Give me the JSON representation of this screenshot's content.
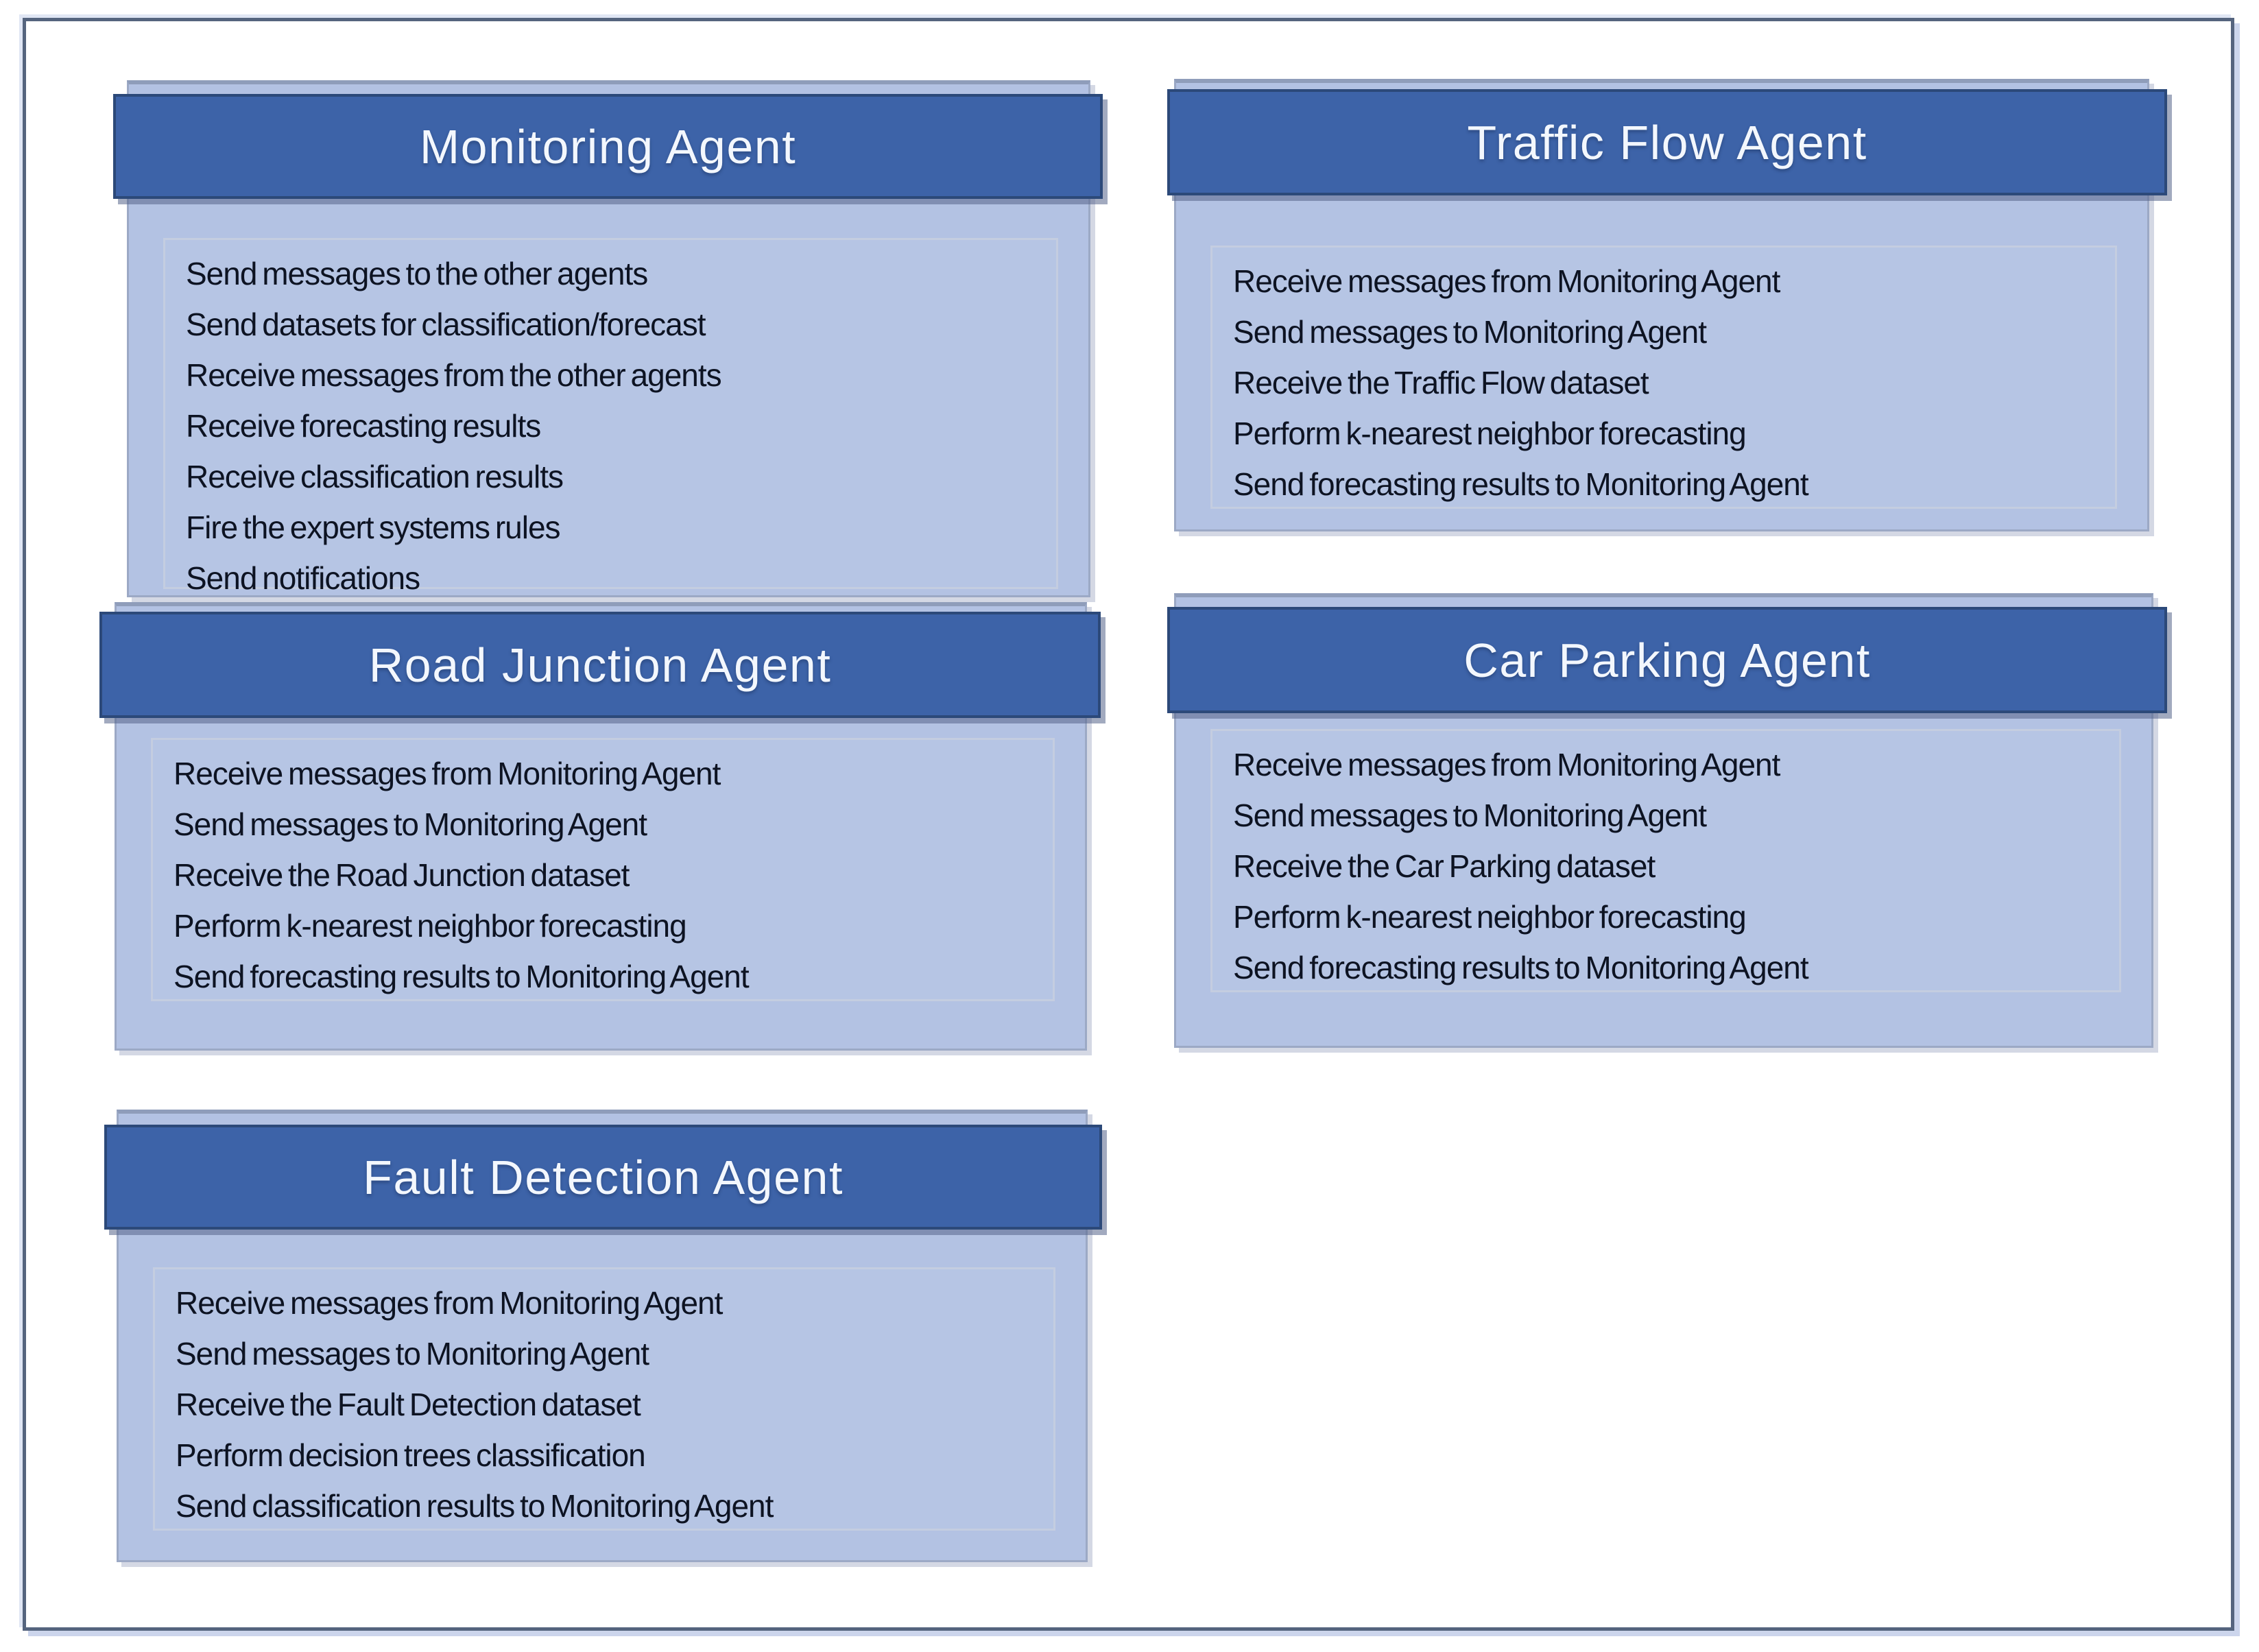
{
  "colors": {
    "page_background": "#ffffff",
    "outer_border": "#55647e",
    "outer_border_shadow": "#ccd5ec",
    "header_background": "#3d63a8",
    "header_border": "#2c4979",
    "header_text": "#f3f7fd",
    "body_background": "#b3c2e3",
    "body_border": "#9ca9c5",
    "frame_border": "#c4cde0",
    "item_text": "#0d1322"
  },
  "agents": [
    {
      "id": "monitoring",
      "title": "Monitoring Agent",
      "items": [
        "Send messages to the other agents",
        "Send datasets for classification/forecast",
        "Receive messages from the other agents",
        "Receive forecasting results",
        "Receive classification results",
        "Fire the expert systems rules",
        "Send notifications"
      ]
    },
    {
      "id": "traffic-flow",
      "title": "Traffic Flow Agent",
      "items": [
        "Receive messages from Monitoring Agent",
        "Send messages to Monitoring Agent",
        "Receive the Traffic Flow dataset",
        "Perform k-nearest neighbor forecasting",
        "Send forecasting results to Monitoring Agent"
      ]
    },
    {
      "id": "road-junction",
      "title": "Road Junction Agent",
      "items": [
        "Receive messages from Monitoring Agent",
        "Send messages to Monitoring Agent",
        "Receive the Road Junction dataset",
        "Perform k-nearest neighbor forecasting",
        "Send forecasting results to Monitoring Agent"
      ]
    },
    {
      "id": "car-parking",
      "title": "Car Parking Agent",
      "items": [
        "Receive messages from Monitoring Agent",
        "Send messages to Monitoring Agent",
        "Receive the Car Parking dataset",
        "Perform k-nearest neighbor forecasting",
        "Send forecasting results to Monitoring Agent"
      ]
    },
    {
      "id": "fault-detection",
      "title": "Fault Detection Agent",
      "items": [
        "Receive messages from Monitoring Agent",
        "Send messages to Monitoring Agent",
        "Receive the Fault Detection dataset",
        "Perform decision trees classification",
        "Send classification results to Monitoring Agent"
      ]
    }
  ]
}
